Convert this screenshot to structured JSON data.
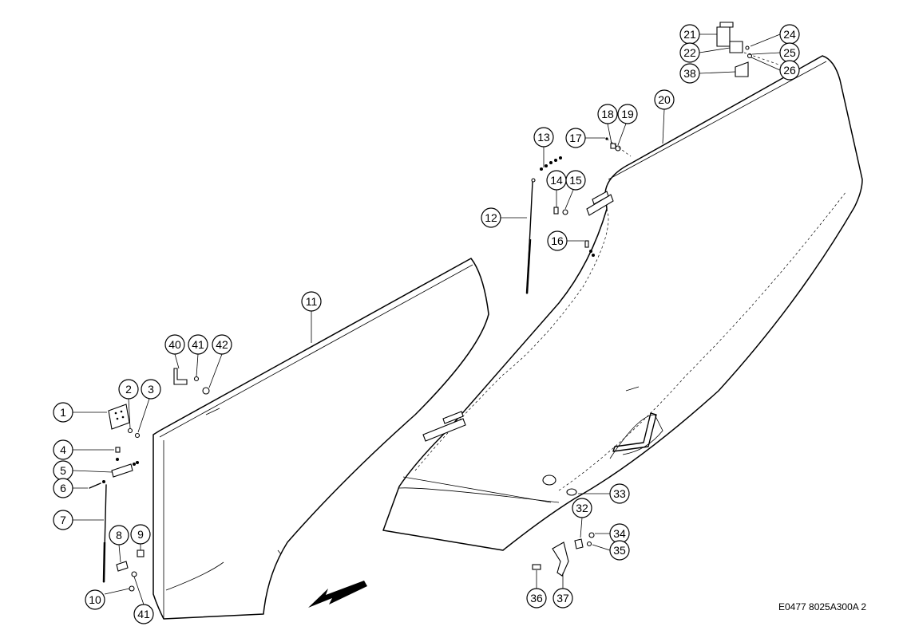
{
  "drawing_reference": "E0477 8025A300A 2",
  "callouts": {
    "c1": "1",
    "c2": "2",
    "c3": "3",
    "c4": "4",
    "c5": "5",
    "c6": "6",
    "c7": "7",
    "c8": "8",
    "c9": "9",
    "c10": "10",
    "c11": "11",
    "c12": "12",
    "c13": "13",
    "c14": "14",
    "c15": "15",
    "c16": "16",
    "c17": "17",
    "c18": "18",
    "c19": "19",
    "c20": "20",
    "c21": "21",
    "c22": "22",
    "c24": "24",
    "c25": "25",
    "c26": "26",
    "c32": "32",
    "c33": "33",
    "c34": "34",
    "c35": "35",
    "c36": "36",
    "c37": "37",
    "c38": "38",
    "c40": "40",
    "c41a": "41",
    "c41b": "41",
    "c42": "42"
  }
}
